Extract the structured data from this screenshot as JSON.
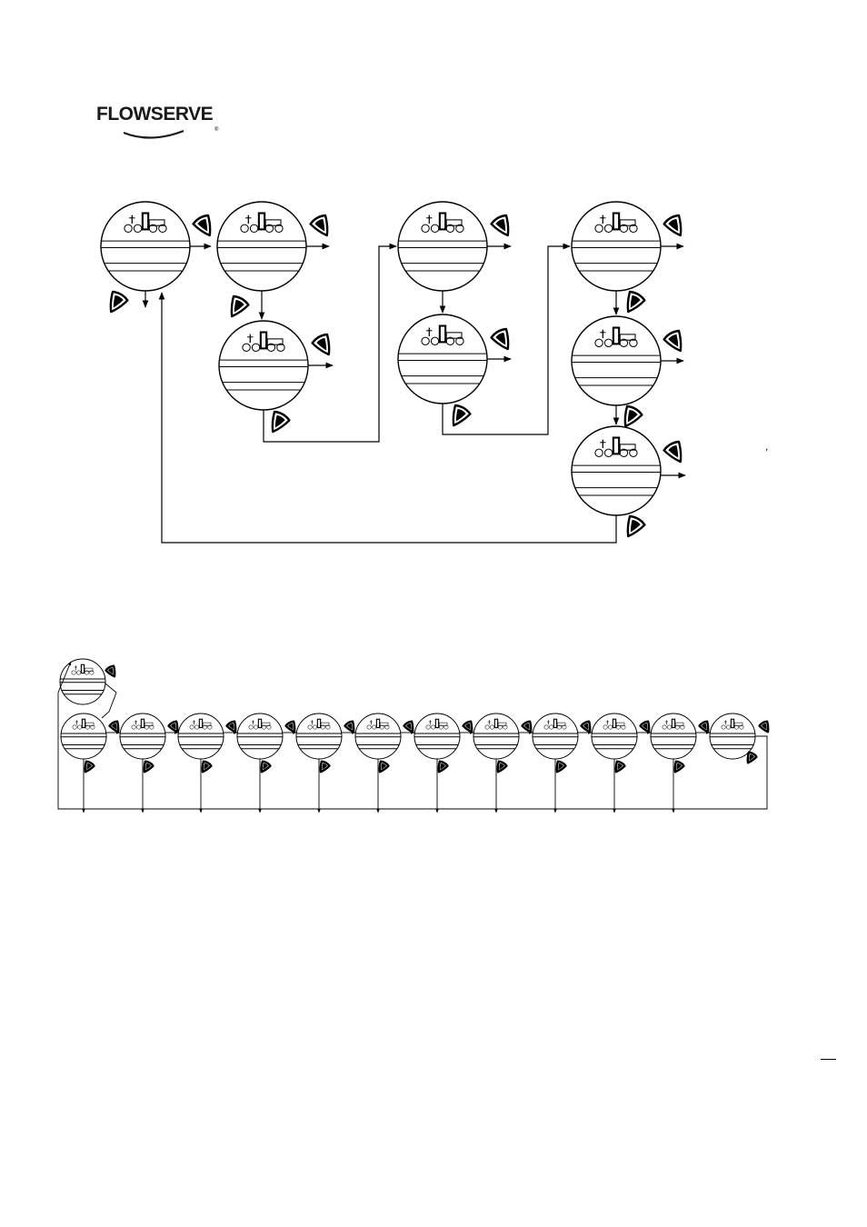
{
  "brand": {
    "name": "FLOWSERVE",
    "registered_mark": "®",
    "color": "#1a1a1a"
  },
  "diagram_1": {
    "description_nodes": 8,
    "stray_mark": ","
  },
  "diagram_2": {
    "loop_nodes": 12
  },
  "icons": {
    "knob": "control-knob-icon",
    "display": "lcd-display-icon",
    "arrow": "arrow-icon"
  }
}
